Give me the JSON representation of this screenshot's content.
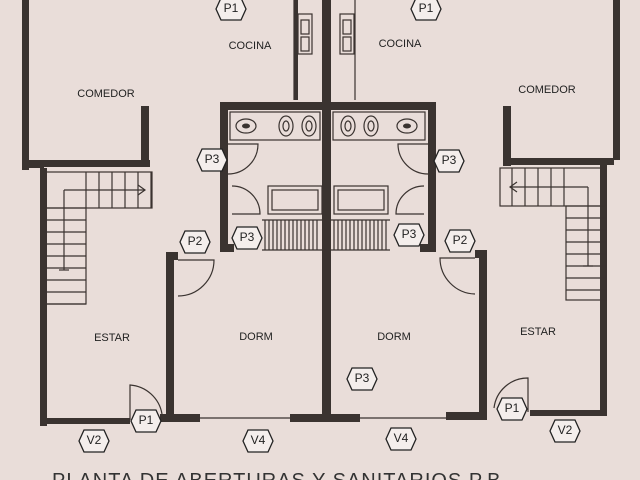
{
  "title": "PLANTA DE ABERTURAS Y SANITARIOS P.B.",
  "rooms": {
    "cocina_left": "COCINA",
    "cocina_right": "COCINA",
    "comedor_left": "COMEDOR",
    "comedor_right": "COMEDOR",
    "estar_left": "ESTAR",
    "estar_right": "ESTAR",
    "dorm_left": "DORM",
    "dorm_right": "DORM"
  },
  "tags": {
    "p1_top_left": "P1",
    "p1_top_right": "P1",
    "p3_bath_left": "P3",
    "p3_bath_right": "P3",
    "p2_left": "P2",
    "p2_right": "P2",
    "p3_hall_left": "P3",
    "p3_hall_right": "P3",
    "p3_dorm": "P3",
    "p1_bottom_left": "P1",
    "p1_bottom_right": "P1",
    "v2_left": "V2",
    "v2_right": "V2",
    "v4_left": "V4",
    "v4_right": "V4"
  }
}
